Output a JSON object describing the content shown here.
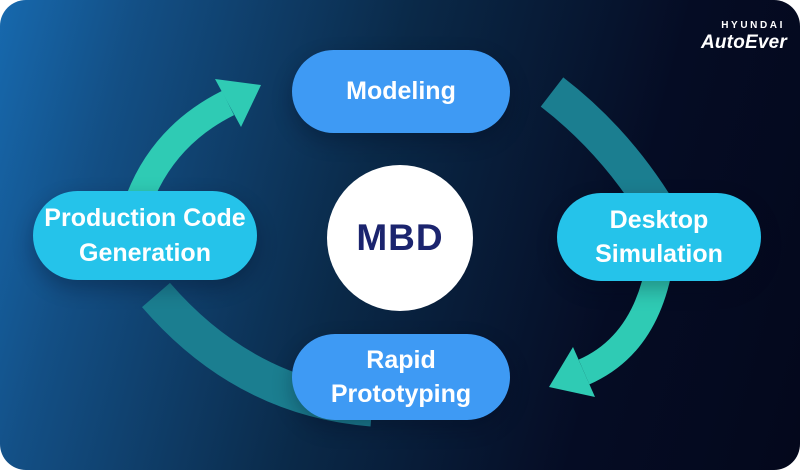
{
  "header": {
    "logo": {
      "line1": "HYUNDAI",
      "line2": "AutoEver"
    }
  },
  "diagram": {
    "center_label": "MBD",
    "nodes": {
      "top": {
        "label": "Modeling",
        "color": "#3E9AF4"
      },
      "right": {
        "label": "Desktop Simulation",
        "color": "#25C3EA"
      },
      "bottom": {
        "label": "Rapid Prototyping",
        "color": "#3E9AF4"
      },
      "left": {
        "label": "Production Code Generation",
        "color": "#25C3EA"
      }
    },
    "cycle_order": [
      "Modeling",
      "Desktop Simulation",
      "Rapid Prototyping",
      "Production Code Generation"
    ],
    "colors": {
      "arrow_bright": "#2FCBB4",
      "arrow_dark": "#1B7E90",
      "center_circle": "#FFFFFF",
      "center_text": "#1B246E",
      "background_start": "#1769AE",
      "background_end": "#04081C"
    }
  }
}
